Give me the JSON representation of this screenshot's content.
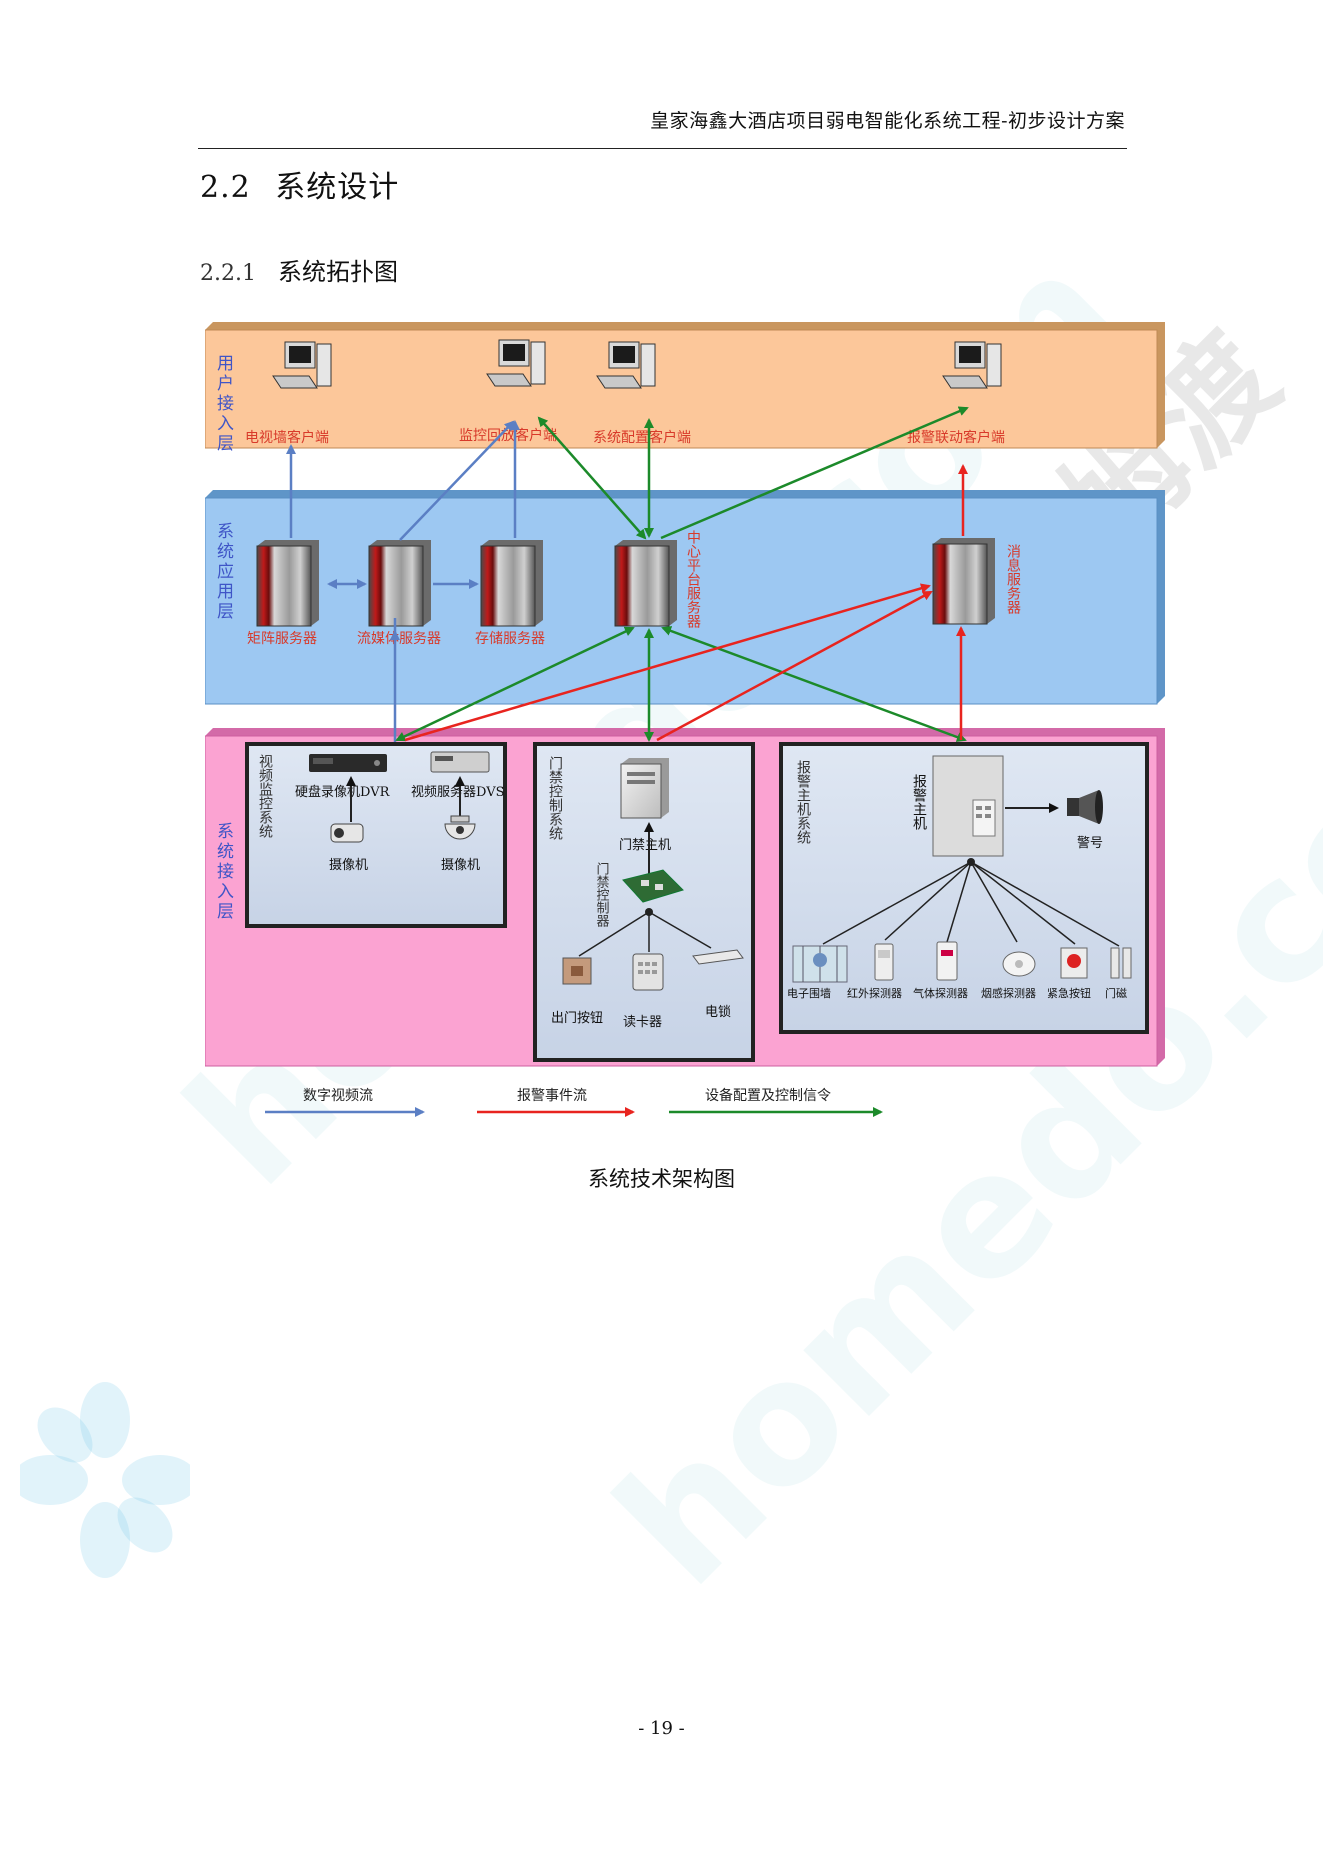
{
  "header": {
    "title": "皇家海鑫大酒店项目弱电智能化系统工程-初步设计方案"
  },
  "section": {
    "number": "2.2",
    "title": "系统设计"
  },
  "subsection": {
    "number": "2.2.1",
    "title": "系统拓扑图"
  },
  "diagram": {
    "layers": {
      "user": "用户接入层",
      "app": "系统应用层",
      "access": "系统接入层"
    },
    "clients": {
      "tv": "电视墙客户端",
      "monitor": "监控回放客户端",
      "config": "系统配置客户端",
      "alarm": "报警联动客户端"
    },
    "servers": {
      "matrix": "矩阵服务器",
      "stream": "流媒体服务器",
      "storage": "存储服务器",
      "center": "中心平台服务器",
      "message": "消息服务器"
    },
    "video": {
      "title": "视频监控系统",
      "dvr": "硬盘录像机DVR",
      "dvs": "视频服务器DVS",
      "camera1": "摄像机",
      "camera2": "摄像机"
    },
    "access_ctrl": {
      "title": "门禁控制系统",
      "host": "门禁主机",
      "controller": "门禁控制器",
      "exit_button": "出门按钮",
      "card_reader": "读卡器",
      "lock": "电锁"
    },
    "alarm": {
      "title": "报警主机系统",
      "host": "报警主机",
      "siren": "警号",
      "fence": "电子围墙",
      "infrared": "红外探测器",
      "gas": "气体探测器",
      "smoke": "烟感探测器",
      "emergency": "紧急按钮",
      "door": "门磁"
    },
    "legend": {
      "video": "数字视频流",
      "alarm": "报警事件流",
      "config": "设备配置及控制信令"
    },
    "colors": {
      "video": "#5b7fc4",
      "alarm": "#e8241f",
      "config": "#1c8a2a"
    }
  },
  "caption": "系统技术架构图",
  "page_number": "- 19 -",
  "watermark": {
    "brand_latin": "homedo.com",
    "brand_cn": "河姆渡"
  }
}
